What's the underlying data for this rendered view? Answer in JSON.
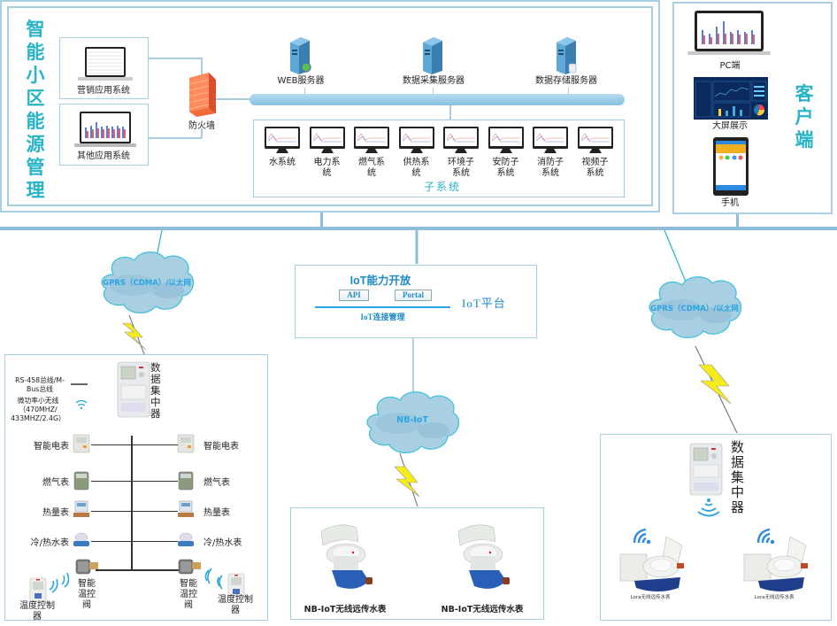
{
  "management": {
    "title_chars": [
      "智",
      "能",
      "小",
      "区",
      "能",
      "源",
      "管",
      "理"
    ],
    "apps": [
      {
        "label": "营销应用系统",
        "icon": "laptop-table-icon"
      },
      {
        "label": "其他应用系统",
        "icon": "laptop-chart-icon"
      }
    ],
    "firewall_label": "防火墙",
    "servers": [
      {
        "label": "WEB服务器",
        "icon": "web-server-icon"
      },
      {
        "label": "数据采集服务器",
        "icon": "collection-server-icon"
      },
      {
        "label": "数据存储服务器",
        "icon": "storage-server-icon"
      }
    ],
    "subsystems_title": "子系统",
    "subsystems": [
      {
        "line1": "水系统",
        "line2": ""
      },
      {
        "line1": "电力系",
        "line2": "统"
      },
      {
        "line1": "燃气系",
        "line2": "统"
      },
      {
        "line1": "供热系",
        "line2": "统"
      },
      {
        "line1": "环境子",
        "line2": "系统"
      },
      {
        "line1": "安防子",
        "line2": "系统"
      },
      {
        "line1": "消防子",
        "line2": "系统"
      },
      {
        "line1": "视频子",
        "line2": "系统"
      }
    ]
  },
  "client": {
    "title_chars": [
      "客",
      "户",
      "端"
    ],
    "items": [
      {
        "label": "PC端",
        "icon": "laptop-icon"
      },
      {
        "label": "大屏展示",
        "icon": "dashboard-screen-icon"
      },
      {
        "label": "手机",
        "icon": "mobile-phone-icon"
      }
    ]
  },
  "networks": {
    "left_cloud": "GPRS（CDMA）/以太网",
    "right_cloud": "GPRS（CDMA）/以太网",
    "nbiot_cloud": "NB-IoT"
  },
  "iot_platform": {
    "capability_title": "IoT能力开放",
    "api_label": "API",
    "portal_label": "Portal",
    "connection_label": "IoT连接管理",
    "platform_label": "IoT平台"
  },
  "left_field": {
    "concentrator_chars": [
      "数",
      "据",
      "集",
      "中",
      "器"
    ],
    "legend": {
      "wired_label_1": "RS-458总线/M-",
      "wired_label_2": "Bus总线",
      "wireless_label_1": "微功率小无线",
      "wireless_label_2": "（470MHZ/",
      "wireless_label_3": "433MHZ/2.4G）"
    },
    "meters_left": [
      "智能电表",
      "燃气表",
      "热量表",
      "冷/热水表"
    ],
    "meters_right": [
      "智能电表",
      "燃气表",
      "热量表",
      "冷/热水表"
    ],
    "valve_label_chars": [
      "智能",
      "温控",
      "阀"
    ],
    "thermostat_label_1": "温度控制",
    "thermostat_label_2": "器"
  },
  "nbiot_field": {
    "meters": [
      "NB-IoT无线远传水表",
      "NB-IoT无线远传水表"
    ]
  },
  "lora_field": {
    "concentrator_chars": [
      "数",
      "据",
      "集",
      "中",
      "器"
    ],
    "meters": [
      "Lora无线远传水表",
      "Lora无线远传水表"
    ]
  },
  "colors": {
    "frame": "#a8cfe0",
    "title_cyan": "#27b3c8",
    "cloud_text": "#2aa5e0",
    "bus": "#8fbcd8",
    "lightning": "#f5ec1a"
  }
}
